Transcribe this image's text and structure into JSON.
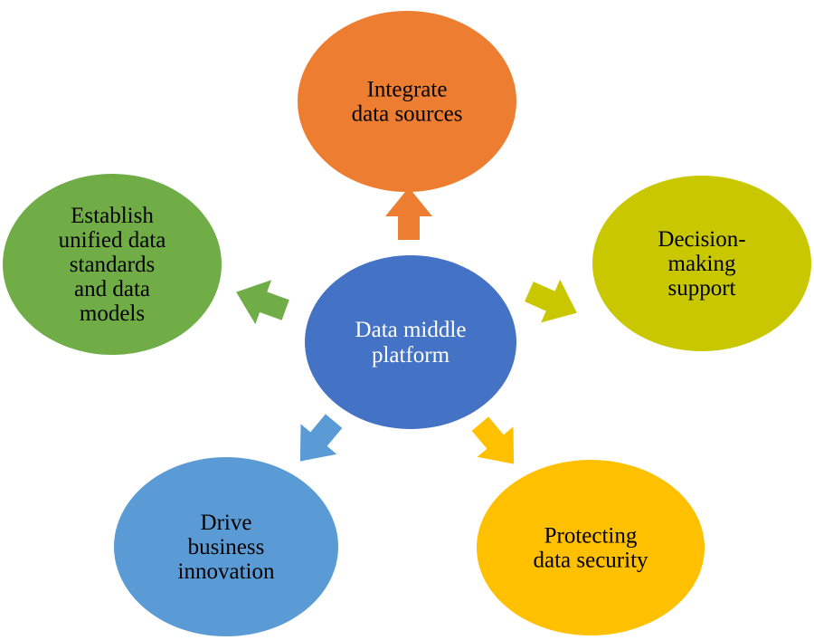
{
  "center": {
    "lines": [
      "Data middle",
      "platform"
    ],
    "color": "#4472C4"
  },
  "nodes": [
    {
      "id": "integrate-data-sources",
      "lines": [
        "Integrate",
        "data sources"
      ],
      "color": "#ED7D31"
    },
    {
      "id": "decision-making-support",
      "lines": [
        "Decision-",
        "making",
        "support"
      ],
      "color": "#C9C800"
    },
    {
      "id": "protecting-data-security",
      "lines": [
        "Protecting",
        "data security"
      ],
      "color": "#FFC000"
    },
    {
      "id": "drive-business-innovation",
      "lines": [
        "Drive",
        "business",
        "innovation"
      ],
      "color": "#5B9BD5"
    },
    {
      "id": "establish-unified-data-standards",
      "lines": [
        "Establish",
        "unified data",
        "standards",
        "and data",
        "models"
      ],
      "color": "#70AD47"
    }
  ]
}
